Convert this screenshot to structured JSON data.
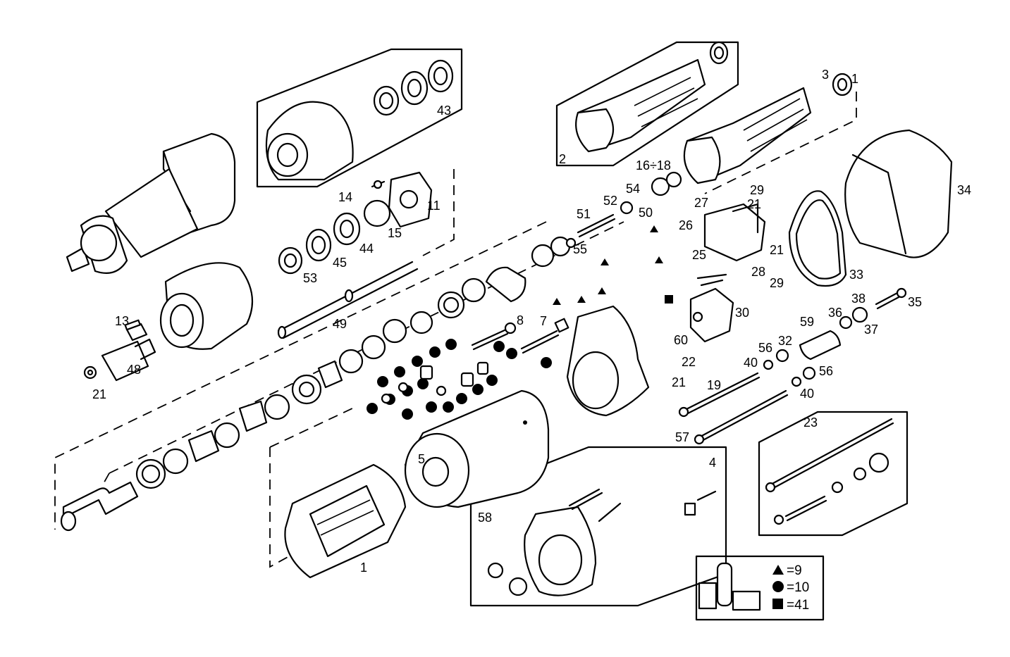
{
  "labels": {
    "l1": "1",
    "l1b": "1",
    "l2": "2",
    "l3": "3",
    "l4": "4",
    "l5": "5",
    "l7": "7",
    "l8": "8",
    "l11": "11",
    "l13": "13",
    "l14": "14",
    "l15": "15",
    "l16_18": "16÷18",
    "l19": "19",
    "l21a": "21",
    "l21b": "21",
    "l21c": "21",
    "l21d": "21",
    "l22": "22",
    "l23": "23",
    "l25": "25",
    "l26": "26",
    "l27": "27",
    "l28": "28",
    "l29a": "29",
    "l29b": "29",
    "l30": "30",
    "l32": "32",
    "l33": "33",
    "l34": "34",
    "l35": "35",
    "l36": "36",
    "l37": "37",
    "l38": "38",
    "l40a": "40",
    "l40b": "40",
    "l43": "43",
    "l44": "44",
    "l45": "45",
    "l48": "48",
    "l49": "49",
    "l50": "50",
    "l51": "51",
    "l52": "52",
    "l53": "53",
    "l54": "54",
    "l55": "55",
    "l56a": "56",
    "l56b": "56",
    "l57": "57",
    "l58": "58",
    "l59": "59",
    "l60": "60"
  },
  "legend": {
    "triangle": "=9",
    "circle": "=10",
    "square": "=41"
  }
}
